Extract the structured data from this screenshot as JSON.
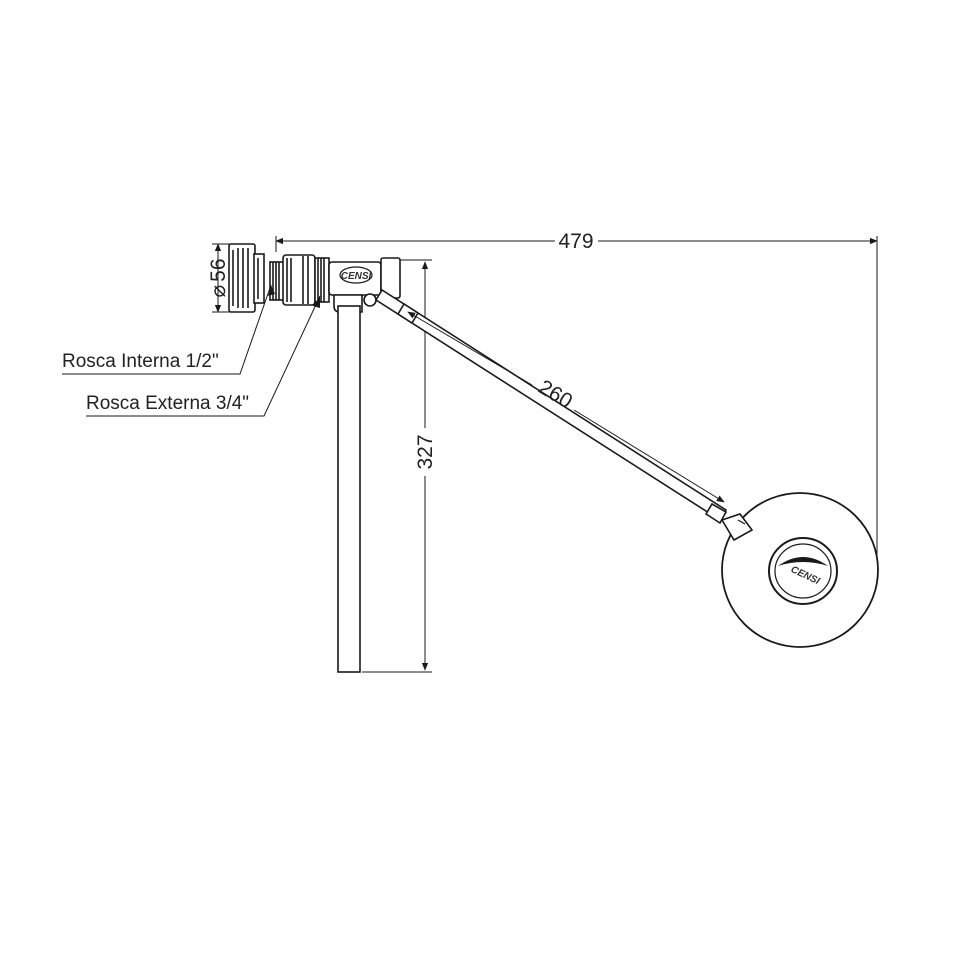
{
  "dimensions": {
    "overall_length": "479",
    "arm_length": "260",
    "drop_height": "327",
    "nut_diameter_symbol": "⌀",
    "nut_diameter": "56"
  },
  "labels": {
    "internal_thread": "Rosca Interna 1/2\"",
    "external_thread": "Rosca Externa 3/4\""
  },
  "logo": {
    "text": "CENSI"
  },
  "colors": {
    "line": "#1a1a1a",
    "background": "#ffffff"
  }
}
